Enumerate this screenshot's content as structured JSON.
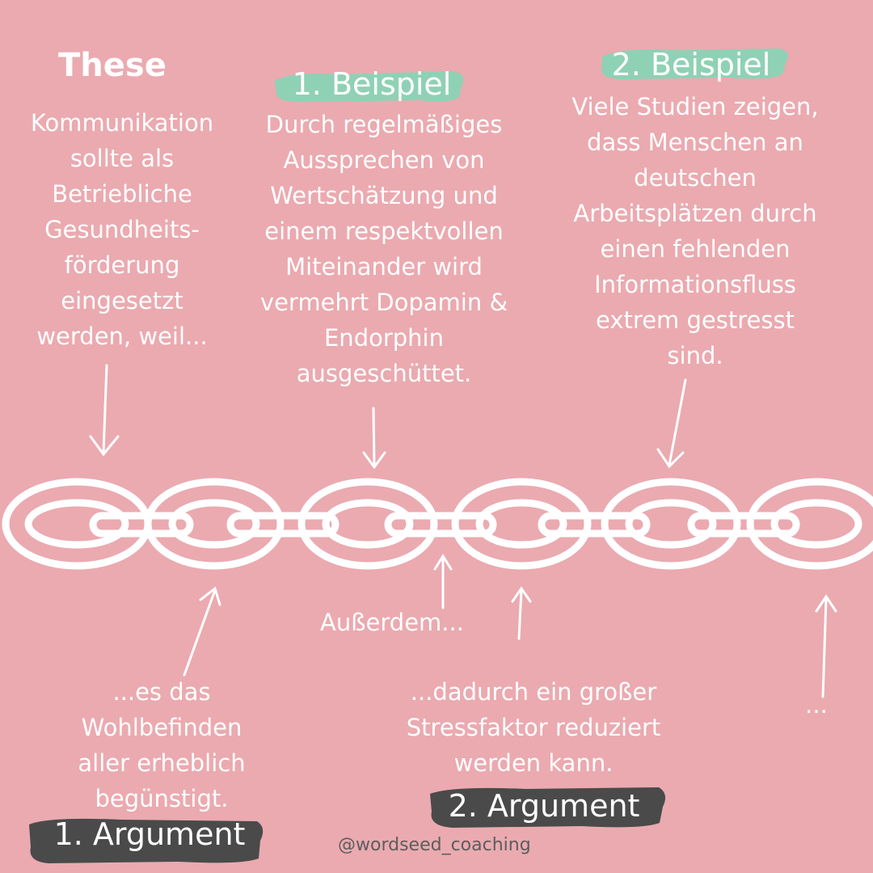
{
  "these": {
    "title": "These",
    "text": "Kommunikation\nsollte als\nBetriebliche\nGesundheits-\nförderung\neingesetzt\nwerden, weil..."
  },
  "beispiel1": {
    "label": "1. Beispiel",
    "text": "Durch regelmäßiges\nAussprechen von\nWertschätzung und\neinem respektvollen\nMiteinander wird\nvermehrt Dopamin &\nEndorphin\nausgeschüttet.",
    "highlight_color": "#8fd1b5"
  },
  "beispiel2": {
    "label": "2. Beispiel",
    "text": "Viele Studien zeigen,\ndass Menschen an\ndeutschen\nArbeitsplätzen durch\neinen fehlenden\nInformationsfluss\nextrem gestresst\nsind.",
    "highlight_color": "#8fd1b5"
  },
  "argument1": {
    "label": "1. Argument",
    "text": "...es das\nWohlbefinden\naller erheblich\nbegünstigt.",
    "highlight_color": "#4a4a4a"
  },
  "argument2": {
    "label": "2. Argument",
    "text": "...dadurch ein großer\nStressfaktor reduziert\nwerden kann.",
    "highlight_color": "#4a4a4a"
  },
  "ausserdem": "Außerdem...",
  "ellipsis": "...",
  "handle": "@wordseed_coaching",
  "colors": {
    "background": "#eaaab0",
    "text": "#ffffff",
    "handle": "#5d5d5d"
  },
  "icons": [
    "chain-illustration",
    "arrow-down-icon",
    "arrow-up-icon"
  ]
}
